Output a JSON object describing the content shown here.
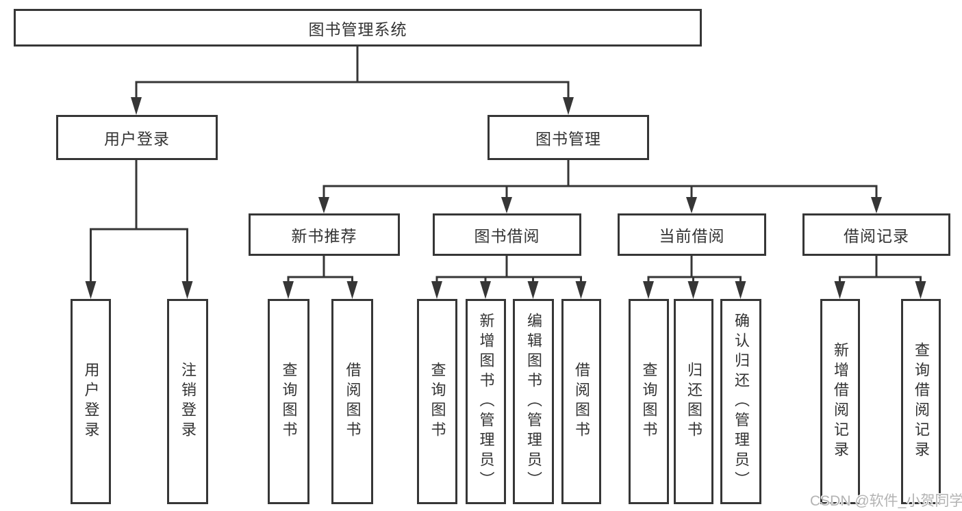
{
  "colors": {
    "line": "#363636",
    "text": "#333333",
    "watermark": "#b3b3b3",
    "bg": "#ffffff"
  },
  "tree": {
    "root": {
      "label": "图书管理系统",
      "children": [
        {
          "label": "用户登录",
          "children": [
            {
              "label": "用户登录"
            },
            {
              "label": "注销登录"
            }
          ]
        },
        {
          "label": "图书管理",
          "children": [
            {
              "label": "新书推荐",
              "children": [
                {
                  "label": "查询图书"
                },
                {
                  "label": "借阅图书"
                }
              ]
            },
            {
              "label": "图书借阅",
              "children": [
                {
                  "label": "查询图书"
                },
                {
                  "label": "新增图书（管理员）"
                },
                {
                  "label": "编辑图书（管理员）"
                },
                {
                  "label": "借阅图书"
                }
              ]
            },
            {
              "label": "当前借阅",
              "children": [
                {
                  "label": "查询图书"
                },
                {
                  "label": "归还图书"
                },
                {
                  "label": "确认归还（管理员）"
                }
              ]
            },
            {
              "label": "借阅记录",
              "children": [
                {
                  "label": "新增借阅记录"
                },
                {
                  "label": "查询借阅记录"
                }
              ]
            }
          ]
        }
      ]
    }
  },
  "watermark": {
    "text": "CSDN @软件_小贺同学"
  }
}
